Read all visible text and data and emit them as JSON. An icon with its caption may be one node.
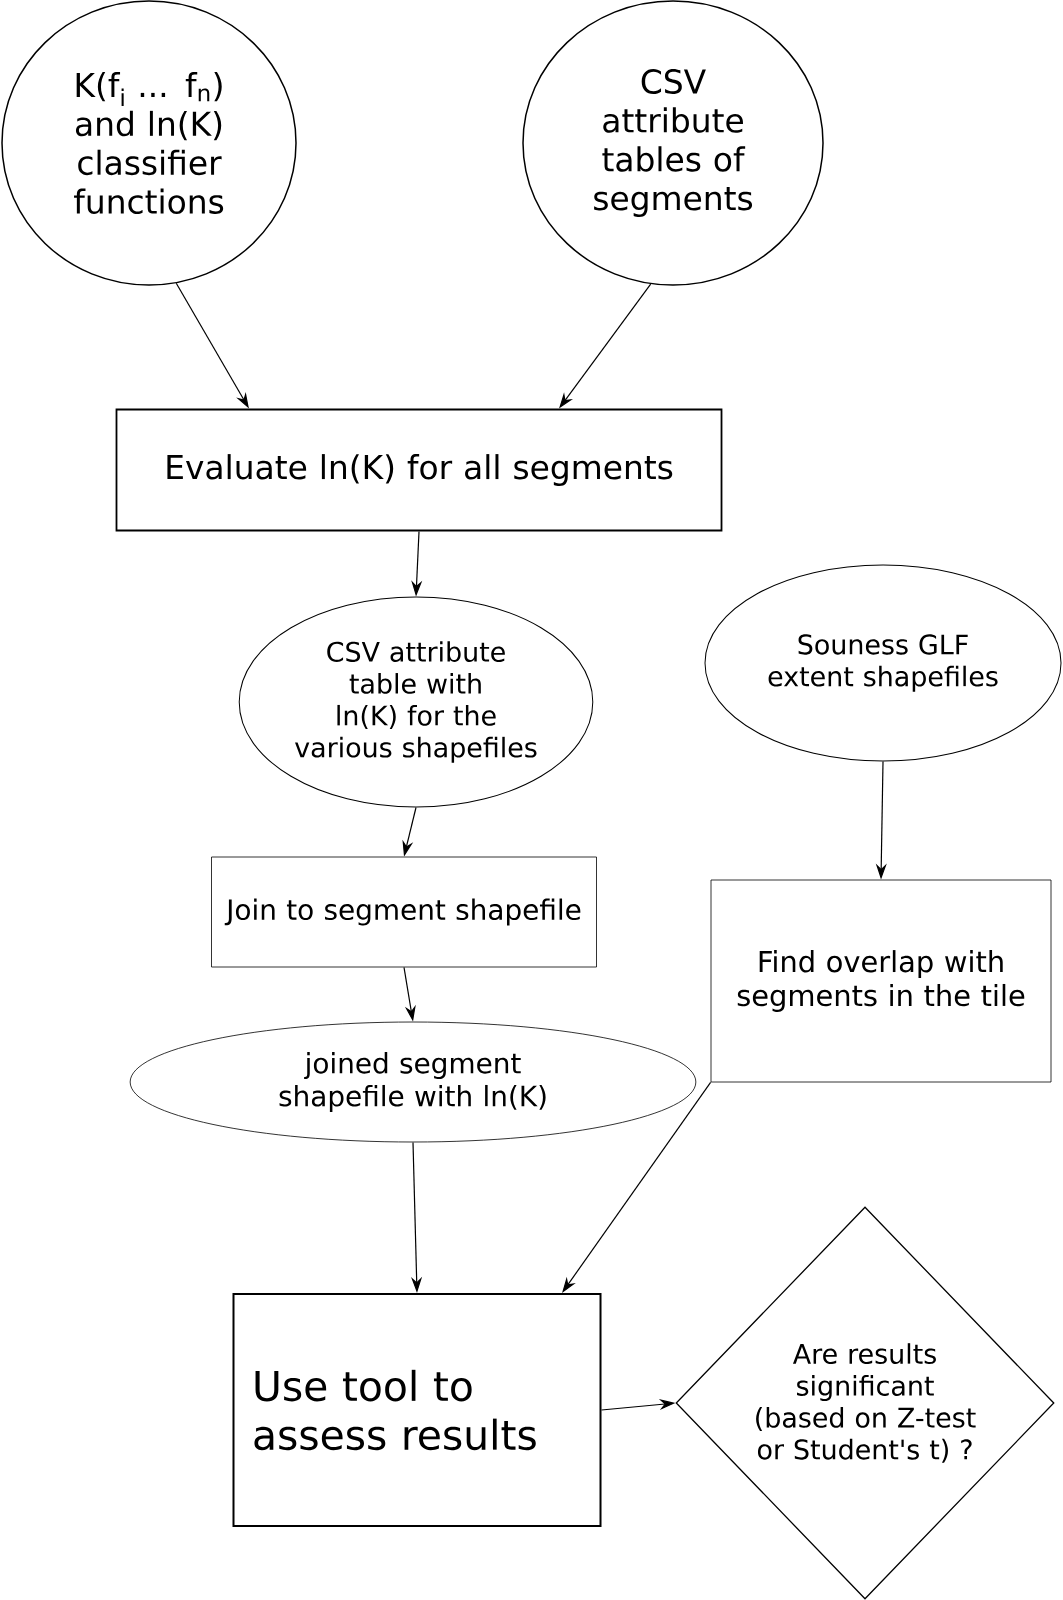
{
  "diagram": {
    "nodes": [
      {
        "text": [
          "K(f$_{i}$ ... f$_{n}$) and ln(K) classifier functions"
        ]
      },
      {
        "text": [
          "CSV attribute tables of segments"
        ]
      },
      {
        "text": [
          "Evaluate ln(K) for all segments"
        ]
      },
      {
        "text": [
          "CSV attribute table with ln(K) for the various shapefiles"
        ]
      },
      {
        "text": [
          "Souness GLF extent shapefiles"
        ]
      },
      {
        "text": [
          "Join to segment shapefile"
        ]
      },
      {
        "text": [
          "Find overlap with segments in the tile"
        ]
      },
      {
        "text": [
          "joined segment shapefile with ln(K)"
        ]
      },
      {
        "text": [
          "Use tool to assess results"
        ]
      },
      {
        "text": [
          "Are results significant (based on Z-test or Student's t) ?"
        ]
      }
    ],
    "edges": [
      {
        "from": 0,
        "to": 2,
        "arrow": "to"
      },
      {
        "from": 1,
        "to": 2,
        "arrow": "to"
      },
      {
        "from": 2,
        "to": 3,
        "arrow": "to"
      },
      {
        "from": 3,
        "to": 5,
        "arrow": "to"
      },
      {
        "from": 5,
        "to": 7,
        "arrow": "to"
      },
      {
        "from": 4,
        "to": 6,
        "arrow": "to"
      },
      {
        "from": 7,
        "to": 8,
        "arrow": "to"
      },
      {
        "from": 6,
        "to": 8,
        "arrow": "to"
      },
      {
        "from": 8,
        "to": 9,
        "arrow": "to"
      }
    ]
  }
}
